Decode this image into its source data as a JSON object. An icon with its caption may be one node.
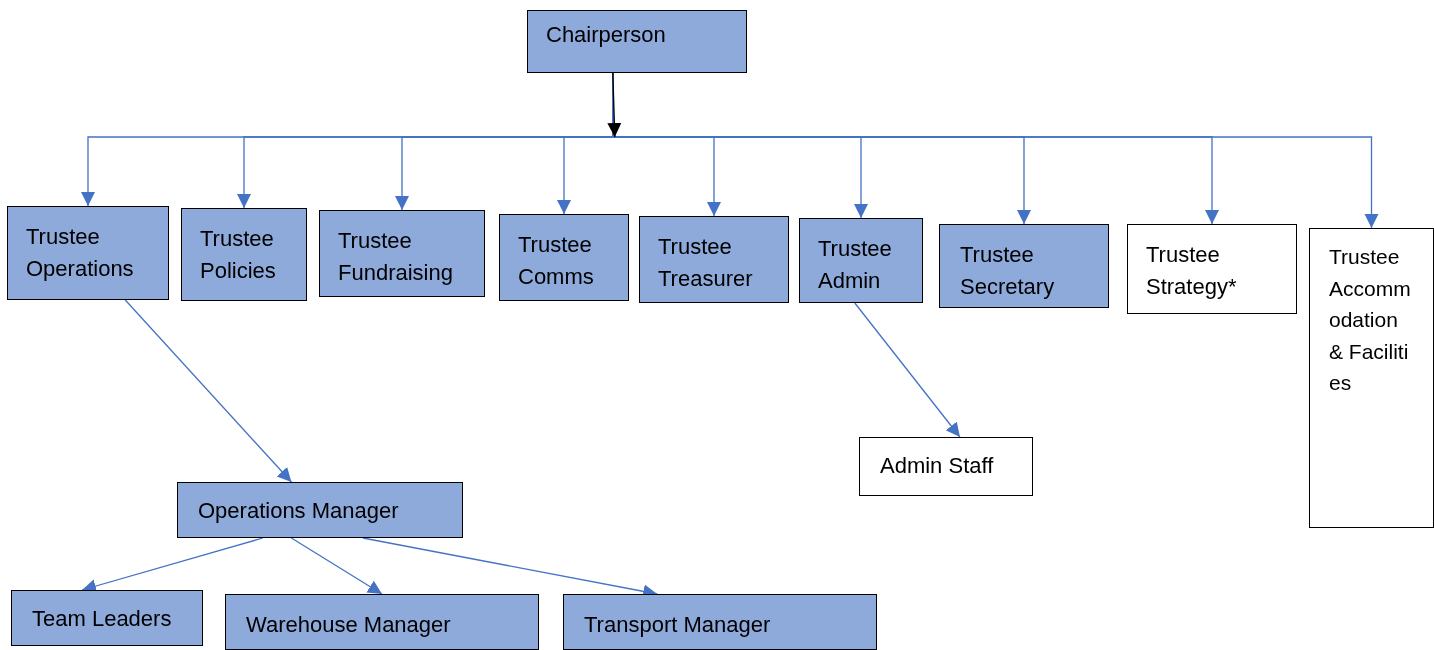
{
  "diagram": {
    "nodes": [
      {
        "text": [
          "Chairperson"
        ]
      },
      {
        "text": [
          "Trustee Operations"
        ]
      },
      {
        "text": [
          "Trustee Policies"
        ]
      },
      {
        "text": [
          "Trustee Fundraising"
        ]
      },
      {
        "text": [
          "Trustee Comms"
        ]
      },
      {
        "text": [
          "Trustee Treasurer"
        ]
      },
      {
        "text": [
          "Trustee Admin"
        ]
      },
      {
        "text": [
          "Trustee Secretary"
        ]
      },
      {
        "text": [
          "Trustee Strategy*"
        ]
      },
      {
        "text": [
          "Trustee Accommodation & Facilities"
        ]
      },
      {
        "text": [
          "Operations Manager"
        ]
      },
      {
        "text": [
          "Team Leaders"
        ]
      },
      {
        "text": [
          "Warehouse Manager"
        ]
      },
      {
        "text": [
          "Transport Manager"
        ]
      },
      {
        "text": [
          "Admin Staff"
        ]
      }
    ],
    "edges": [
      {
        "from": 0,
        "to": 1,
        "arrow": "to"
      },
      {
        "from": 0,
        "to": 2,
        "arrow": "to"
      },
      {
        "from": 0,
        "to": 3,
        "arrow": "to"
      },
      {
        "from": 0,
        "to": 4,
        "arrow": "to"
      },
      {
        "from": 0,
        "to": 5,
        "arrow": "to"
      },
      {
        "from": 0,
        "to": 6,
        "arrow": "to"
      },
      {
        "from": 0,
        "to": 7,
        "arrow": "to"
      },
      {
        "from": 0,
        "to": 8,
        "arrow": "to"
      },
      {
        "from": 0,
        "to": 9,
        "arrow": "to"
      },
      {
        "from": 1,
        "to": 10,
        "arrow": "to"
      },
      {
        "from": 10,
        "to": 11,
        "arrow": "to"
      },
      {
        "from": 10,
        "to": 12,
        "arrow": "to"
      },
      {
        "from": 10,
        "to": 13,
        "arrow": "to"
      },
      {
        "from": 6,
        "to": 14,
        "arrow": "to"
      }
    ]
  }
}
